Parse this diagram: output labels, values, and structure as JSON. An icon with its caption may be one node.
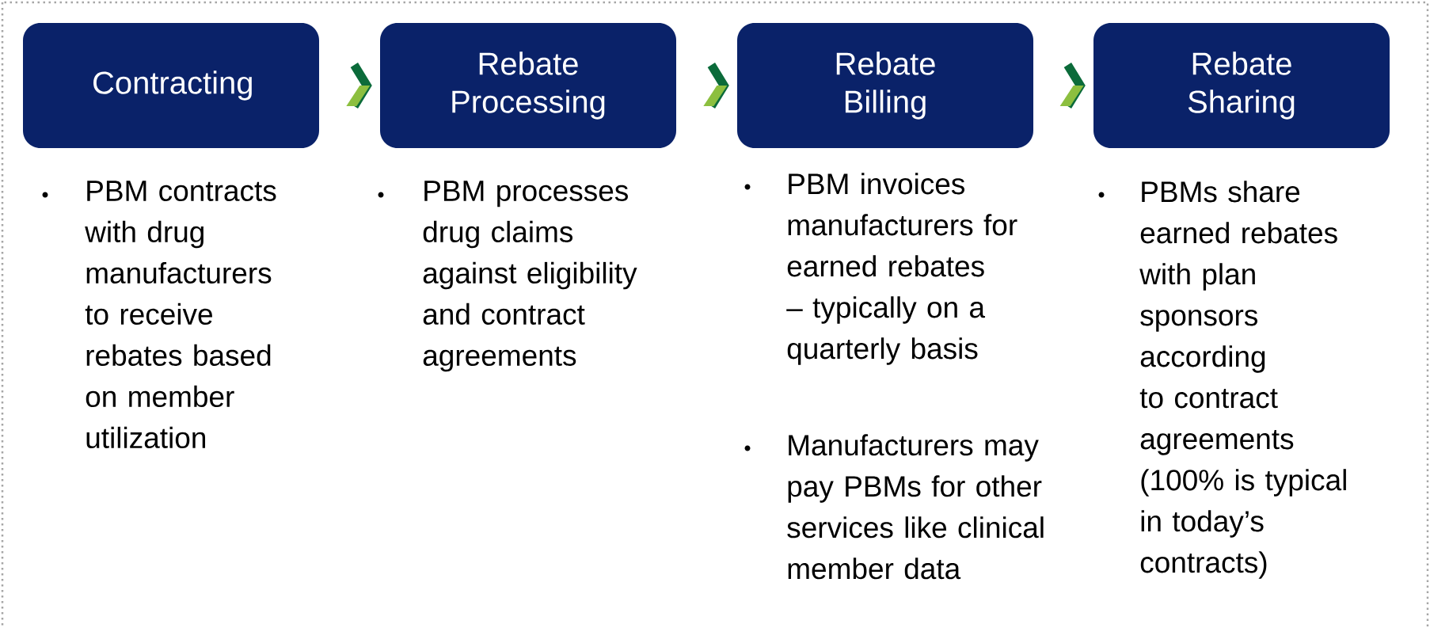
{
  "diagram": {
    "nodes": [
      {
        "text": [
          "Contracting"
        ],
        "beside": [
          "PBM contracts with drug manufacturers to receive rebates based on member utilization"
        ]
      },
      {
        "text": [
          "Rebate Processing"
        ],
        "beside": [
          "PBM processes drug claims against eligibility and contract agreements"
        ]
      },
      {
        "text": [
          "Rebate Billing"
        ],
        "beside": [
          "PBM invoices manufacturers for earned rebates – typically on a quarterly basis",
          "Manufacturers may pay PBMs for other services like clinical member data"
        ]
      },
      {
        "text": [
          "Rebate Sharing"
        ],
        "beside": [
          "PBMs share earned rebates with plan sponsors according to contract agreements (100% is typical in today’s contracts)"
        ]
      }
    ],
    "edges": [
      {
        "from": 0,
        "to": 1,
        "arrow": "to"
      },
      {
        "from": 1,
        "to": 2,
        "arrow": "to"
      },
      {
        "from": 2,
        "to": 3,
        "arrow": "to"
      }
    ]
  }
}
